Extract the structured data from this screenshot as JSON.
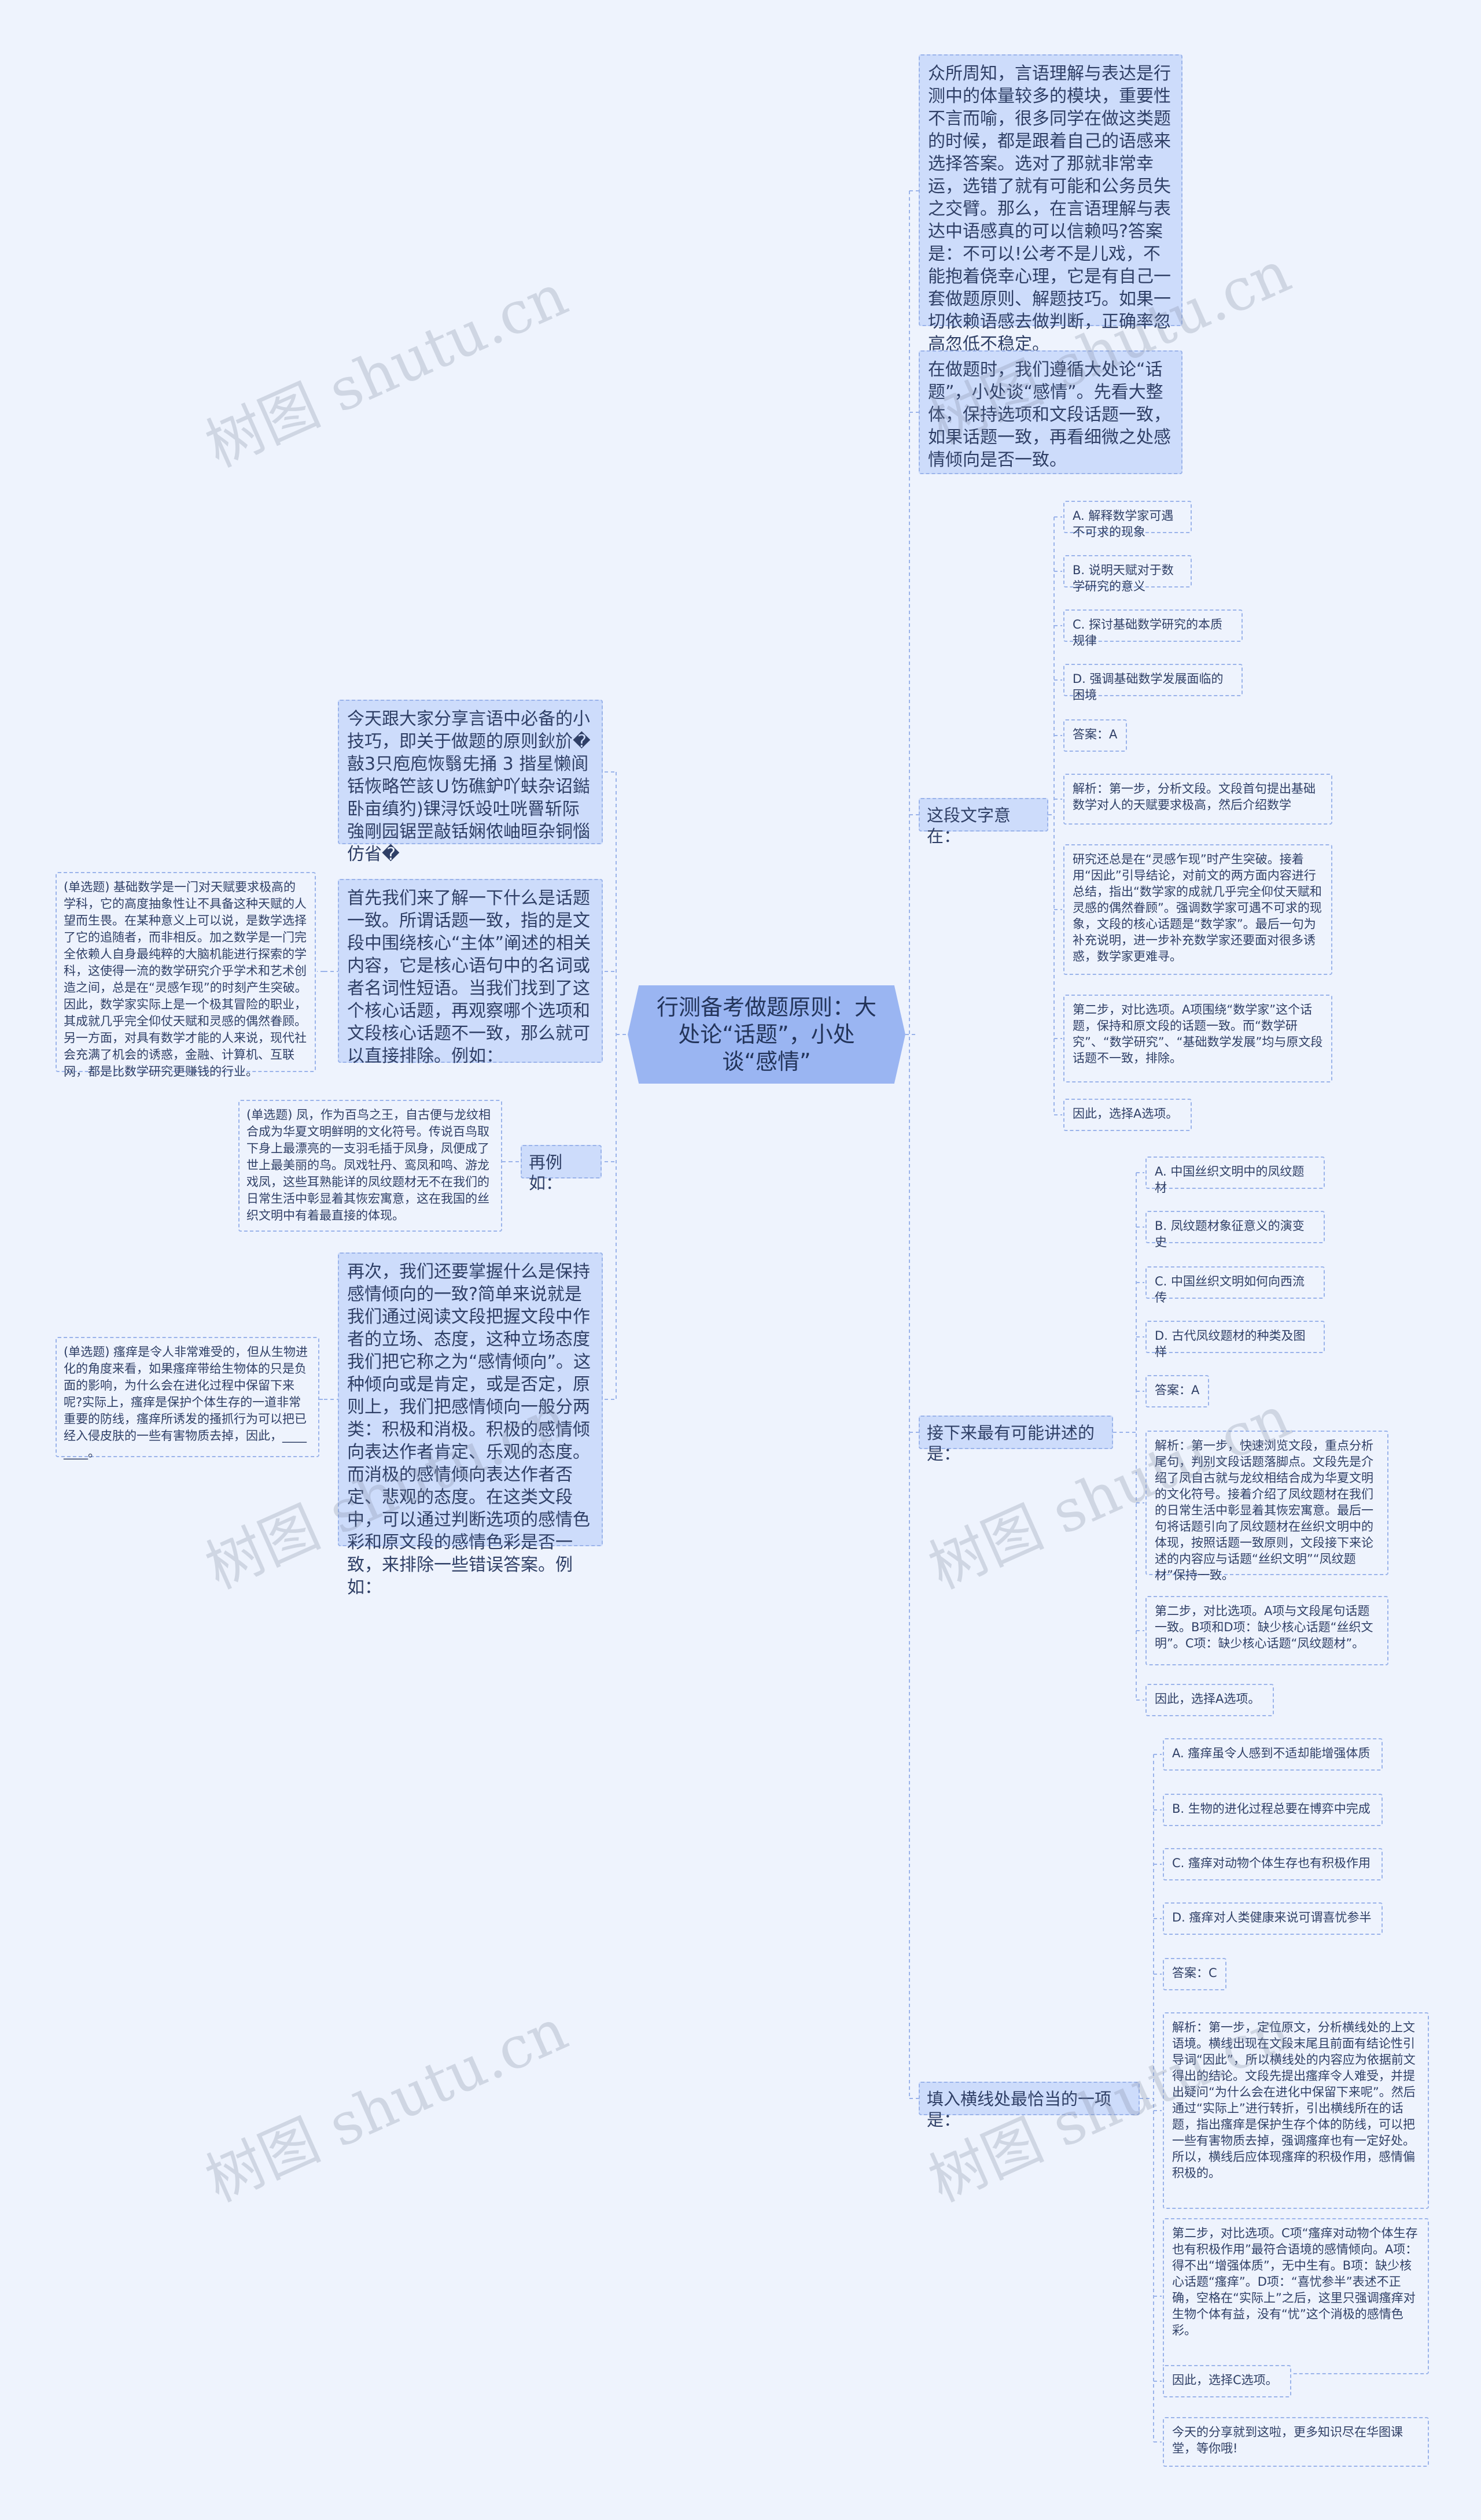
{
  "root": "行测备考做题原则：大处论“话题”，小处谈“感情”",
  "left": {
    "intro": "今天跟大家分享言语中必备的小技巧，即关于做题的原则鈥斺�敼3只庖庖恢翳兂捅 3 揩星懒阆铦恢略笀該Ｕ饬礁鈩吖蚨杂诏鐑卧亩缜犳)锞浔饫竐吐咣罾斩际強剛园锯罡敲铦娴侬岫晅杂铜惱仿省�",
    "point1": "首先我们来了解一下什么是话题一致。所谓话题一致，指的是文段中围绕核心“主体”阐述的相关内容，它是核心语句中的名词或者名词性短语。当我们找到了这个核心话题，再观察哪个选项和文段核心话题不一致，那么就可以直接排除。例如：",
    "example1": "(单选题) 基础数学是一门对天赋要求极高的学科，它的高度抽象性让不具备这种天赋的人望而生畏。在某种意义上可以说，是数学选择了它的追随者，而非相反。加之数学是一门完全依赖人自身最纯粹的大脑机能进行探索的学科，这使得一流的数学研究介乎学术和艺术创造之间，总是在“灵感乍现”的时刻产生突破。因此，数学家实际上是一个极其冒险的职业，其成就几乎完全仰仗天赋和灵感的偶然眷顾。另一方面，对具有数学才能的人来说，现代社会充满了机会的诱惑，金融、计算机、互联网，都是比数学研究更赚钱的行业。",
    "again_label": "再例如：",
    "example2": "(单选题) 凤，作为百鸟之王，自古便与龙纹相合成为华夏文明鲜明的文化符号。传说百鸟取下身上最漂亮的一支羽毛插于凤身，凤便成了世上最美丽的鸟。凤戏牡丹、鸾凤和鸣、游龙戏凤，这些耳熟能详的凤纹题材无不在我们的日常生活中彰显着其恢宏寓意，这在我国的丝织文明中有着最直接的体现。",
    "point2": "再次，我们还要掌握什么是保持感情倾向的一致?简单来说就是我们通过阅读文段把握文段中作者的立场、态度，这种立场态度我们把它称之为“感情倾向”。这种倾向或是肯定，或是否定，原则上，我们把感情倾向一般分两类：积极和消极。积极的感情倾向表达作者肯定、乐观的态度。而消极的感情倾向表达作者否定、悲观的态度。在这类文段中，可以通过判断选项的感情色彩和原文段的感情色彩是否一致，来排除一些错误答案。例如：",
    "example3": "(单选题) 瘙痒是令人非常难受的，但从生物进化的角度来看，如果瘙痒带给生物体的只是负面的影响，为什么会在进化过程中保留下来呢?实际上，瘙痒是保护个体生存的一道非常重要的防线，瘙痒所诱发的搔抓行为可以把已经入侵皮肤的一些有害物质去掉，因此，________。"
  },
  "right": {
    "top1": "众所周知，言语理解与表达是行测中的体量较多的模块，重要性不言而喻，很多同学在做这类题的时候，都是跟着自己的语感来选择答案。选对了那就非常幸运，选错了就有可能和公务员失之交臂。那么，在言语理解与表达中语感真的可以信赖吗?答案是：不可以!公考不是儿戏，不能抱着侥幸心理，它是有自己一套做题原则、解题技巧。如果一切依赖语感去做判断，正确率忽高忽低不稳定。",
    "top2": "在做题时，我们遵循大处论“话题”，小处谈“感情”。先看大整体，保持选项和文段话题一致，如果话题一致，再看细微之处感情倾向是否一致。",
    "q1": {
      "label": "这段文字意在：",
      "items": [
        "A. 解释数学家可遇不可求的现象",
        "B. 说明天赋对于数学研究的意义",
        "C. 探讨基础数学研究的本质规律",
        "D. 强调基础数学发展面临的困境",
        "答案：A",
        "解析：第一步，分析文段。文段首句提出基础数学对人的天赋要求极高，然后介绍数学",
        "研究还总是在“灵感乍现”时产生突破。接着用“因此”引导结论，对前文的两方面内容进行总结，指出“数学家的成就几乎完全仰仗天赋和灵感的偶然眷顾”。强调数学家可遇不可求的现象，文段的核心话题是“数学家”。最后一句为补充说明，进一步补充数学家还要面对很多诱惑，数学家更难寻。",
        "第二步，对比选项。A项围绕“数学家”这个话题，保持和原文段的话题一致。而“数学研究”、“数学研究”、“基础数学发展”均与原文段话题不一致，排除。",
        "因此，选择A选项。"
      ]
    },
    "q2": {
      "label": "接下来最有可能讲述的是：",
      "items": [
        "A. 中国丝织文明中的凤纹题材",
        "B. 凤纹题材象征意义的演变史",
        "C. 中国丝织文明如何向西流传",
        "D. 古代凤纹题材的种类及图样",
        "答案：A",
        "解析：第一步，快速浏览文段，重点分析尾句，判别文段话题落脚点。文段先是介绍了凤自古就与龙纹相结合成为华夏文明的文化符号。接着介绍了凤纹题材在我们的日常生活中彰显着其恢宏寓意。最后一句将话题引向了凤纹题材在丝织文明中的体现，按照话题一致原则，文段接下来论述的内容应与话题“丝织文明”“凤纹题材”保持一致。",
        "第二步，对比选项。A项与文段尾句话题一致。B项和D项：缺少核心话题“丝织文明”。C项：缺少核心话题“凤纹题材”。",
        "因此，选择A选项。"
      ]
    },
    "q3": {
      "label": "填入横线处最恰当的一项是：",
      "items": [
        "A. 瘙痒虽令人感到不适却能增强体质",
        "B. 生物的进化过程总要在博弈中完成",
        "C. 瘙痒对动物个体生存也有积极作用",
        "D. 瘙痒对人类健康来说可谓喜忧参半",
        "答案：C",
        "解析：第一步，定位原文，分析横线处的上文语境。横线出现在文段末尾且前面有结论性引导词“因此”，所以横线处的内容应为依据前文得出的结论。文段先提出瘙痒令人难受，并提出疑问“为什么会在进化中保留下来呢”。然后通过“实际上”进行转折，引出横线所在的话题，指出瘙痒是保护生存个体的防线，可以把一些有害物质去掉，强调瘙痒也有一定好处。所以，横线后应体现瘙痒的积极作用，感情偏积极的。",
        "第二步，对比选项。C项“瘙痒对动物个体生存也有积极作用”最符合语境的感情倾向。A项：得不出“增强体质”，无中生有。B项：缺少核心话题“瘙痒”。D项：“喜忧参半”表述不正确，空格在“实际上”之后，这里只强调瘙痒对生物个体有益，没有“忧”这个消极的感情色彩。",
        "因此，选择C选项。",
        "今天的分享就到这啦，更多知识尽在华图课堂，等你哦!"
      ]
    }
  },
  "watermark": "树图 shutu.cn"
}
